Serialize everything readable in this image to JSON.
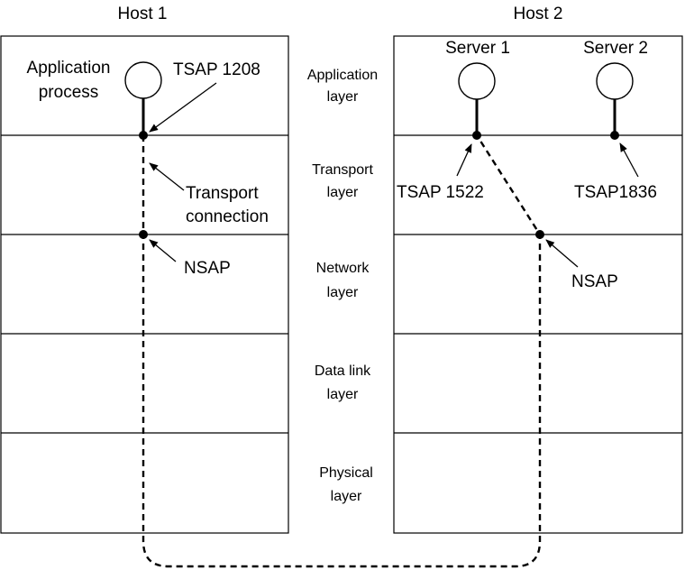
{
  "host1": {
    "title": "Host 1",
    "app_line1": "Application",
    "app_line2": "process",
    "tsap_label": "TSAP 1208",
    "transport_line1": "Transport",
    "transport_line2": "connection",
    "nsap_label": "NSAP"
  },
  "host2": {
    "title": "Host 2",
    "server1": "Server 1",
    "server2": "Server 2",
    "tsap1_label": "TSAP 1522",
    "tsap2_label": "TSAP1836",
    "nsap_label": "NSAP"
  },
  "layers": [
    {
      "line1": "Application",
      "line2": "layer"
    },
    {
      "line1": "Transport",
      "line2": "layer"
    },
    {
      "line1": "Network",
      "line2": "layer"
    },
    {
      "line1": "Data link",
      "line2": "layer"
    },
    {
      "line1": "Physical",
      "line2": "layer"
    }
  ]
}
